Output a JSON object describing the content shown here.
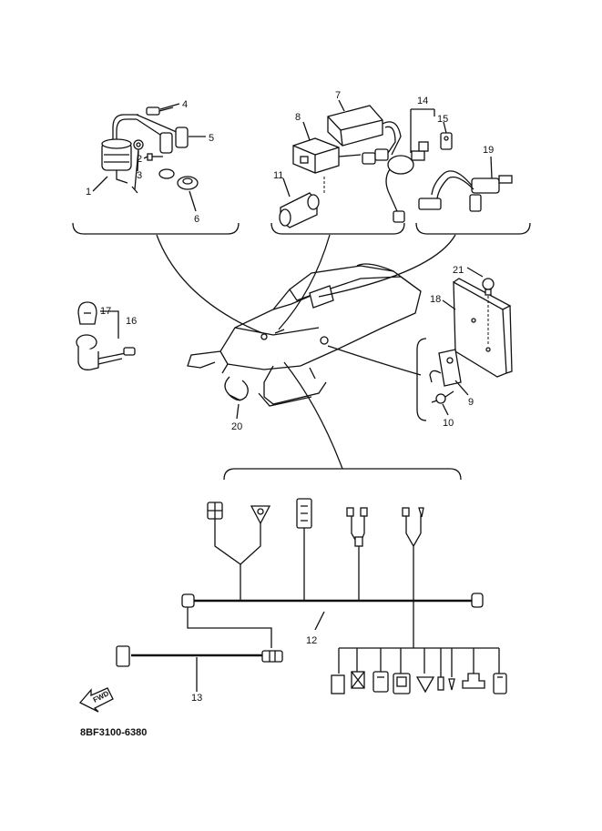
{
  "diagram": {
    "drawing_code": "8BF3100-6380",
    "fwd_label": "FWD",
    "callouts": [
      {
        "id": "1",
        "text": "1"
      },
      {
        "id": "2",
        "text": "2"
      },
      {
        "id": "3",
        "text": "3"
      },
      {
        "id": "4",
        "text": "4"
      },
      {
        "id": "5",
        "text": "5"
      },
      {
        "id": "6",
        "text": "6"
      },
      {
        "id": "7",
        "text": "7"
      },
      {
        "id": "8",
        "text": "8"
      },
      {
        "id": "9",
        "text": "9"
      },
      {
        "id": "10",
        "text": "10"
      },
      {
        "id": "11",
        "text": "11"
      },
      {
        "id": "12",
        "text": "12"
      },
      {
        "id": "13",
        "text": "13"
      },
      {
        "id": "14",
        "text": "14"
      },
      {
        "id": "15",
        "text": "15"
      },
      {
        "id": "16",
        "text": "16"
      },
      {
        "id": "17",
        "text": "17"
      },
      {
        "id": "18",
        "text": "18"
      },
      {
        "id": "19",
        "text": "19"
      },
      {
        "id": "20",
        "text": "20"
      },
      {
        "id": "21",
        "text": "21"
      }
    ]
  }
}
